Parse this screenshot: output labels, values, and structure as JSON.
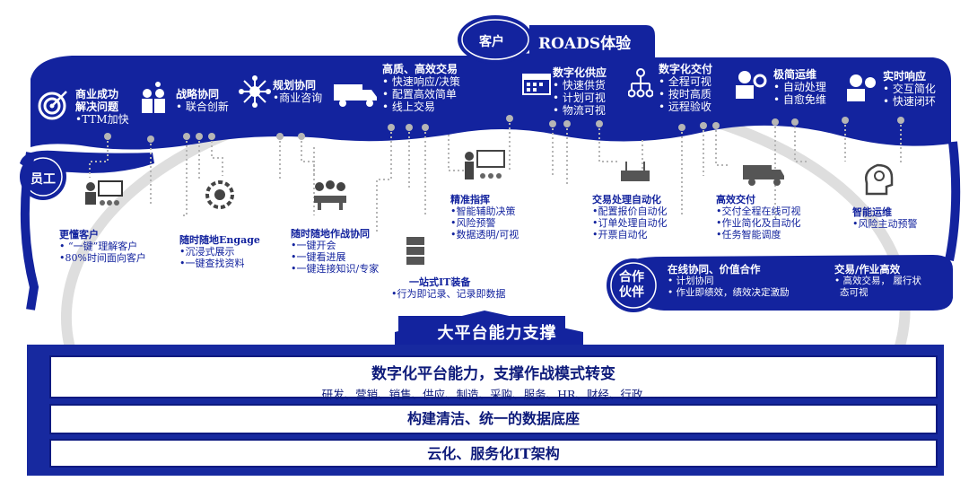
{
  "header": {
    "customer": "客户",
    "title": "ROADS体验"
  },
  "side_labels": {
    "employee": "员工",
    "partner": "合作\n伙伴"
  },
  "customer_items": [
    {
      "lines": [
        "商业成功",
        "解决问题",
        "•TTM加快"
      ]
    },
    {
      "lines": [
        "战略协同",
        "• 联合创新"
      ]
    },
    {
      "lines": [
        "规划协同",
        "•商业咨询"
      ]
    },
    {
      "lines": [
        "高质、高效交易",
        "• 快速响应/决策",
        "• 配置高效简单",
        "• 线上交易"
      ]
    },
    {
      "lines": [
        "数字化供应",
        "• 快速供货",
        "• 计划可视",
        "• 物流可视"
      ]
    },
    {
      "lines": [
        "数字化交付",
        "• 全程可视",
        "• 按时高质",
        "• 远程验收"
      ]
    },
    {
      "lines": [
        "极简运维",
        "• 自动处理",
        "• 自愈免维"
      ]
    },
    {
      "lines": [
        "实时响应",
        "• 交互简化",
        "• 快速闭环"
      ]
    }
  ],
  "employee_items": [
    {
      "lines": [
        "更懂客户",
        "• “一键”理解客户",
        "•80%时间面向客户"
      ]
    },
    {
      "lines": [
        "随时随地Engage",
        "•沉浸式展示",
        "•一键查找资料"
      ]
    },
    {
      "lines": [
        "随时随地作战协同",
        "•一键开会",
        "•一键看进展",
        "•一键连接知识/专家"
      ]
    },
    {
      "lines": [
        "一站式IT装备",
        "•行为即记录、记录即数据"
      ]
    },
    {
      "lines": [
        "精准指挥",
        "•智能辅助决策",
        "•风险预警",
        "•数据透明/可视"
      ]
    },
    {
      "lines": [
        "交易处理自动化",
        "•配置报价自动化",
        "•订单处理自动化",
        "•开票自动化"
      ]
    },
    {
      "lines": [
        "高效交付",
        "•交付全程在线可视",
        "•作业简化及自动化",
        "•任务智能调度"
      ]
    },
    {
      "lines": [
        "智能运维",
        "•风险主动预警"
      ]
    }
  ],
  "partner_items": [
    {
      "lines": [
        "在线协同、价值合作",
        "• 计划协同",
        "• 作业即绩效，绩效决定激励"
      ]
    },
    {
      "lines": [
        "交易/作业高效",
        "• 高效交易，  履行状",
        "态可视"
      ]
    }
  ],
  "banner": "大平台能力支撑",
  "platform": {
    "row1_title": "数字化平台能力，支撑作战模式转变",
    "row1_sub": "研发、营销、销售、供应、制造、采购、服务、HR、财经、行政……",
    "row2": "构建清洁、统一的数据底座",
    "row3": "云化、服务化IT架构"
  },
  "colors": {
    "primary": "#13239e",
    "dark": "#0d1a80",
    "line": "#b5b5b5",
    "white": "#ffffff"
  }
}
